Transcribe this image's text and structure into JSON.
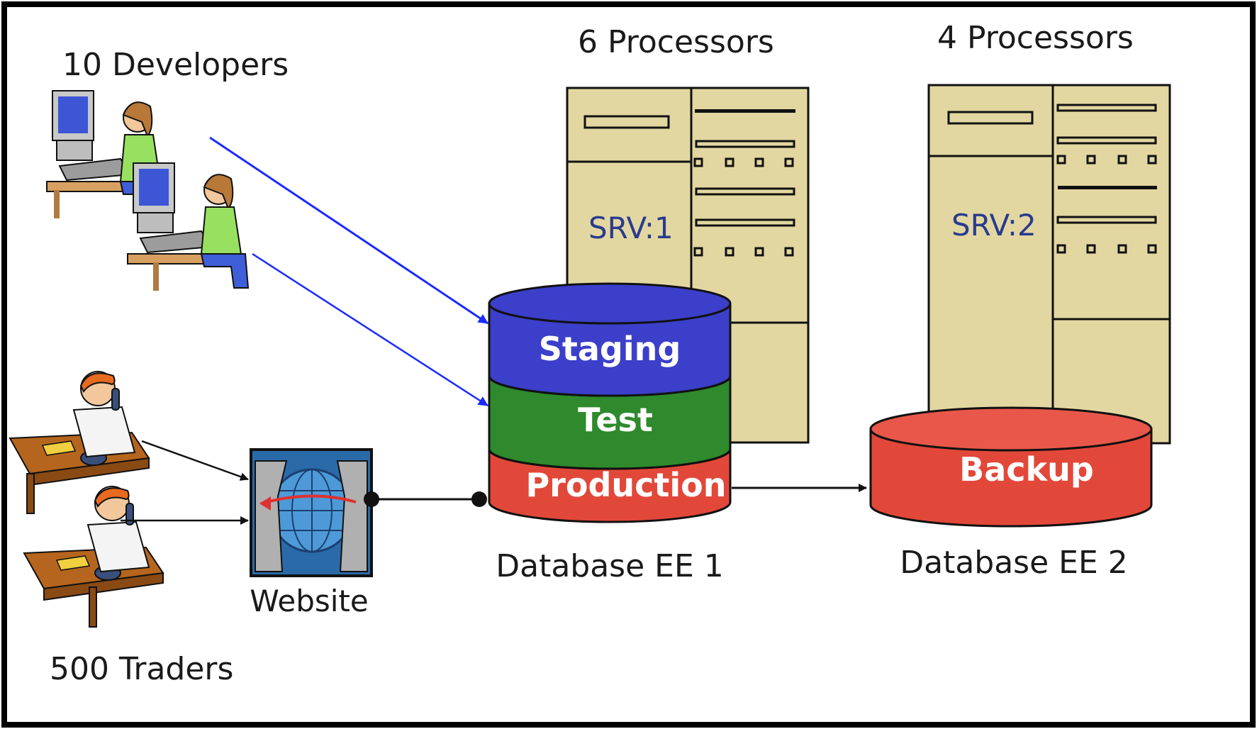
{
  "groups": {
    "developers": "10 Developers",
    "traders": "500 Traders"
  },
  "website": {
    "label": "Website"
  },
  "servers": [
    {
      "processors": "6 Processors",
      "id": "SRV:1",
      "database": "Database EE 1"
    },
    {
      "processors": "4 Processors",
      "id": "SRV:2",
      "database": "Database EE 2"
    }
  ],
  "db1_layers": {
    "staging": "Staging",
    "test": "Test",
    "production": "Production"
  },
  "db2_layers": {
    "backup": "Backup"
  },
  "colors": {
    "server_fill": "#e3d7a1",
    "staging": "#3b3fc9",
    "test": "#2e8a2c",
    "production": "#e2483a",
    "backup": "#e2483a",
    "dev_arrow": "#1a2bff"
  }
}
